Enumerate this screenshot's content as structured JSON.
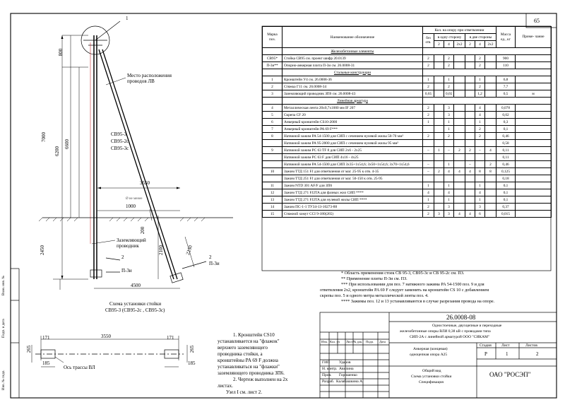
{
  "page_number": "65",
  "drawing_labels": {
    "marker_1": "1",
    "wire_location": [
      "Место расположения",
      "проводов ЛВ"
    ],
    "pole_types": [
      "СВ95-3",
      "СВ95-2с",
      "СВ95-3с"
    ],
    "dim_800": "800",
    "dim_7000": "7000",
    "dim_6200": "6200",
    "dim_6600": "6600",
    "dim_3550": "3550",
    "not_less": "Ø не менее",
    "dim_1000": "1000",
    "dim_200": "200",
    "grounding": [
      "Заземляющий",
      "проводник"
    ],
    "dim_2100": "2100",
    "dim_2450": "2450",
    "dim_2230": "2230",
    "marker_2a": "2",
    "plate_a": "П-3и",
    "marker_2b": "2",
    "plate_b": "П-3и",
    "dim_4500": "4500",
    "scheme_title": [
      "Схема установки стойки",
      "СВ95-3 (СВ95-2с , СВ95-3с)"
    ],
    "plan_171a": "171",
    "plan_3550": "3550",
    "plan_171b": "171",
    "plan_265a": "265",
    "plan_265b": "265",
    "plan_185a": "185",
    "plan_185b": "185",
    "axis_label": "Ось трассы ВЛ"
  },
  "remarks": [
    "1. Кронштейн CS10",
    "устанавливается на \"флажок\"",
    "верхнего заземляющего",
    "проводника стойки, а",
    "кронштейны PA 69 F должна",
    "устанавливаться на \"флажки\"",
    "заземляющего проводника ЗП6.",
    "2. Чертеж выполнен на 2х",
    "листах.",
    "Узел I см. лист 2."
  ],
  "table": {
    "header": {
      "mark": "Марка поз.",
      "name": "Наименование обозначение",
      "qty": "Кол. на опору при ответвлении",
      "one_side": "в одну сторону",
      "two_sides": "в две стороны",
      "no_branch": "без отв.",
      "mass": "Масса ед., кг",
      "note": "Приме- чание",
      "sub": [
        "2",
        "4",
        "2х2",
        "2",
        "4",
        "2х2"
      ]
    },
    "rows": [
      {
        "type": "section",
        "name": "Железобетонные элементы"
      },
      {
        "type": "row",
        "mark": "СВ95*",
        "name": "Стойка СВ95 см. проект шифр 20.0139",
        "cells": [
          "2",
          "",
          "2",
          "",
          "",
          "2",
          ""
        ],
        "mass": "900",
        "note": ""
      },
      {
        "type": "row",
        "mark": "П-3и**",
        "name": "Опорно-анкерная плита П-3и см. 26.0008-31",
        "cells": [
          "2",
          "",
          "2",
          "",
          "",
          "2",
          ""
        ],
        "mass": "110",
        "note": ""
      },
      {
        "type": "section",
        "name": "Стальные конструкции"
      },
      {
        "type": "row",
        "mark": "1",
        "name": "Кронштейн У4 см. 26.0008-36",
        "cells": [
          "1",
          "",
          "1",
          "",
          "",
          "1",
          ""
        ],
        "mass": "6,8",
        "note": ""
      },
      {
        "type": "row",
        "mark": "2",
        "name": "Стяжка Г11 см. 26.0008-34",
        "cells": [
          "2",
          "",
          "2",
          "",
          "",
          "2",
          ""
        ],
        "mass": "7,7",
        "note": ""
      },
      {
        "type": "row",
        "mark": "3",
        "name": "Заземляющий проводник ЗП6 см. 26.0008-43",
        "cells": [
          "0,65",
          "",
          "0,65",
          "",
          "",
          "1,2",
          ""
        ],
        "mass": "0,5",
        "note": "м"
      },
      {
        "type": "section",
        "name": "Линейная арматура"
      },
      {
        "type": "row",
        "mark": "4",
        "name": "Металлическая лента 20х0,7х1000 мм IF 207",
        "cells": [
          "2",
          "",
          "3",
          "",
          "",
          "4",
          ""
        ],
        "mass": "0,078",
        "note": ""
      },
      {
        "type": "row",
        "mark": "5",
        "name": "Скрепа CF 20",
        "cells": [
          "2",
          "",
          "3",
          "",
          "",
          "4",
          ""
        ],
        "mass": "0,02",
        "note": ""
      },
      {
        "type": "row",
        "mark": "6",
        "name": "Анкерный кронштейн CS10-2000",
        "cells": [
          "1",
          "",
          "1",
          "",
          "",
          "1",
          ""
        ],
        "mass": "0,3",
        "note": ""
      },
      {
        "type": "row",
        "mark": "7",
        "name": "Анкерный кронштейн PA 69 F***",
        "cells": [
          "",
          "",
          "1",
          "",
          "",
          "2",
          ""
        ],
        "mass": "0,1",
        "note": ""
      },
      {
        "type": "row",
        "mark": "8",
        "name": "Натяжной зажим PA 54-1500 для СИП с сечением нулевой жилы 50-70 мм²",
        "cells": [
          "2",
          "",
          "2",
          "",
          "",
          "2",
          ""
        ],
        "mass": "0,46",
        "note": ""
      },
      {
        "type": "row",
        "mark": "",
        "name": "Натяжной зажим PA 95-2000 для СИП с сечением нулевой жилы 95 мм²",
        "cells": [
          "",
          "",
          "",
          "",
          "",
          "",
          ""
        ],
        "mass": "0,58",
        "note": ""
      },
      {
        "type": "row",
        "mark": "9",
        "name": "Натяжной зажим PC 63 TF 8 для СИП 2х6 - 2х25",
        "cells": [
          "–",
          "1",
          "–",
          "2",
          "2",
          "–",
          "4"
        ],
        "mass": "0,11",
        "note": ""
      },
      {
        "type": "row",
        "mark": "",
        "name": "Натяжной зажим PC 63 F для СИП 4х16 - 4х25",
        "cells": [
          "",
          "",
          "",
          "",
          "",
          "",
          ""
        ],
        "mass": "0,11",
        "note": ""
      },
      {
        "type": "row",
        "mark": "",
        "name": "Натяжной зажим PA 54-1500 для СИП 3х35+1х54,6; 3х50+1х54,6; 3х70+1х54,6",
        "cells": [
          "–",
          "",
          "1",
          "",
          "–",
          "",
          "2"
        ],
        "mass": "0,46",
        "note": ""
      },
      {
        "type": "row",
        "mark": "10",
        "name": "Зажим ТТД 151 FJ для ответвления от маг. 25-95 к отв. 4-35",
        "cells": [
          "–",
          "2",
          "4",
          "4",
          "4",
          "8",
          "8"
        ],
        "mass": "0,125",
        "note": ""
      },
      {
        "type": "row",
        "mark": "",
        "name": "Зажим ТТД 251 FJ для ответвления от маг. 50-150 к отв. 25-95",
        "cells": [
          "",
          "",
          "",
          "",
          "",
          "",
          ""
        ],
        "mass": "0,18",
        "note": ""
      },
      {
        "type": "row",
        "mark": "11",
        "name": "Зажим NTD 301 AF/F для ЗП6",
        "cells": [
          "1",
          "",
          "1",
          "",
          "",
          "1",
          ""
        ],
        "mass": "0,1",
        "note": ""
      },
      {
        "type": "row",
        "mark": "12",
        "name": "Зажим ТТД 271 FJ2TA для фазных жил СИП ****",
        "cells": [
          "4",
          "",
          "4",
          "",
          "",
          "4",
          ""
        ],
        "mass": "0,1",
        "note": ""
      },
      {
        "type": "row",
        "mark": "13",
        "name": "Зажим ТТД 271 FJ2TA для нулевой жилы СИП ****",
        "cells": [
          "1",
          "",
          "1",
          "",
          "",
          "1",
          ""
        ],
        "mass": "0,1",
        "note": ""
      },
      {
        "type": "row",
        "mark": "14",
        "name": "Зажим ПС-1-1 ТУ34-13-10273-88",
        "cells": [
          "2",
          "",
          "3",
          "",
          "",
          "3",
          ""
        ],
        "mass": "0,37",
        "note": ""
      },
      {
        "type": "row",
        "mark": "15",
        "name": "Стяжной хомут CCI 9-180(265)",
        "cells": [
          "2",
          "3",
          "3",
          "4",
          "4",
          "6",
          ""
        ],
        "mass": "0,015",
        "note": ""
      }
    ]
  },
  "notes": [
    "* Область применения стоек СВ 95-3, СВ95-3с и СВ 95-2с см. ПЗ.",
    "** Применение плиты П-3и см. ПЗ.",
    "*** При использовании для поз. 7 натяжного зажима  PA 54-1500 поз. 9 и для",
    "ответвления 2х2, кронштейн PA 69 F следует заменить на кронштейн CS 10 с добавлением",
    "скрепы поз. 5 и одного метра металлической ленты поз. 4.",
    "**** Зажимы поз. 12 и 13 устанавливаются в случае разрезания провода на опоре."
  ],
  "title_block": {
    "code": "26.0008-08",
    "desc": [
      "Одностоечные, двухцепные и переходные",
      "железобетонные опоры ВЛИ 0,38 кВ с проводами типа",
      "СИП-2А с линейной арматурой ООО \"СИКАМ\""
    ],
    "cols": [
      "Изм.",
      "Кол. уч",
      "Лист",
      "№ док.",
      "Подп.",
      "Дата"
    ],
    "staff": [
      {
        "role": "ГИП",
        "name": "Ударов"
      },
      {
        "role": "Н. контр.",
        "name": "Авилина"
      },
      {
        "role": "Пров.",
        "name": "Горошенко"
      },
      {
        "role": "Разраб.",
        "name": "Калабашкина А."
      }
    ],
    "support_name": [
      "Анкерная (концевая)",
      "одноцепная опора А25"
    ],
    "stage_h": "Стадия",
    "sheet_h": "Лист",
    "sheets_h": "Листов",
    "stage": "Р",
    "sheet": "1",
    "sheets": "2",
    "sheet_desc": [
      "Общий вид",
      "Схема установки стойки",
      "Спецификация"
    ],
    "org": "ОАО \"РОСЭП\""
  },
  "side_labels": [
    "Инв. № подл.",
    "Подп. и дата",
    "Взам. инв. №"
  ]
}
